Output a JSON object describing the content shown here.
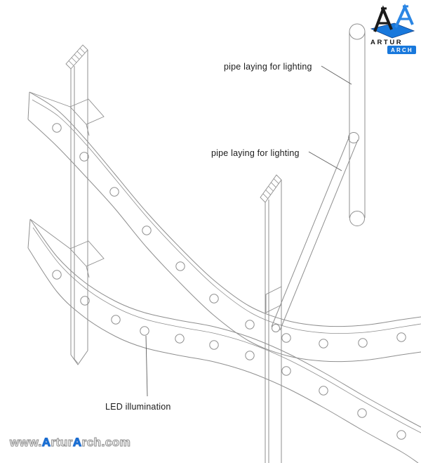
{
  "annotations": {
    "pipe_label_top": "pipe laying for lighting",
    "pipe_label_middle": "pipe laying for lighting",
    "led_label": "LED illumination"
  },
  "logo": {
    "monogram": "AA",
    "name_top": "ARTUR",
    "name_bottom": "ARCH"
  },
  "watermark": {
    "full": "www.ArturArch.com",
    "prefix": "www.",
    "a1": "A",
    "mid": "rtur",
    "a2": "A",
    "suffix": "rch.com"
  },
  "colors": {
    "line": "#8f8f8f",
    "leader": "#5e5e5e",
    "label_text": "#1b1b1b",
    "brand_blue": "#1878dc",
    "brand_black": "#1a1a1a"
  }
}
